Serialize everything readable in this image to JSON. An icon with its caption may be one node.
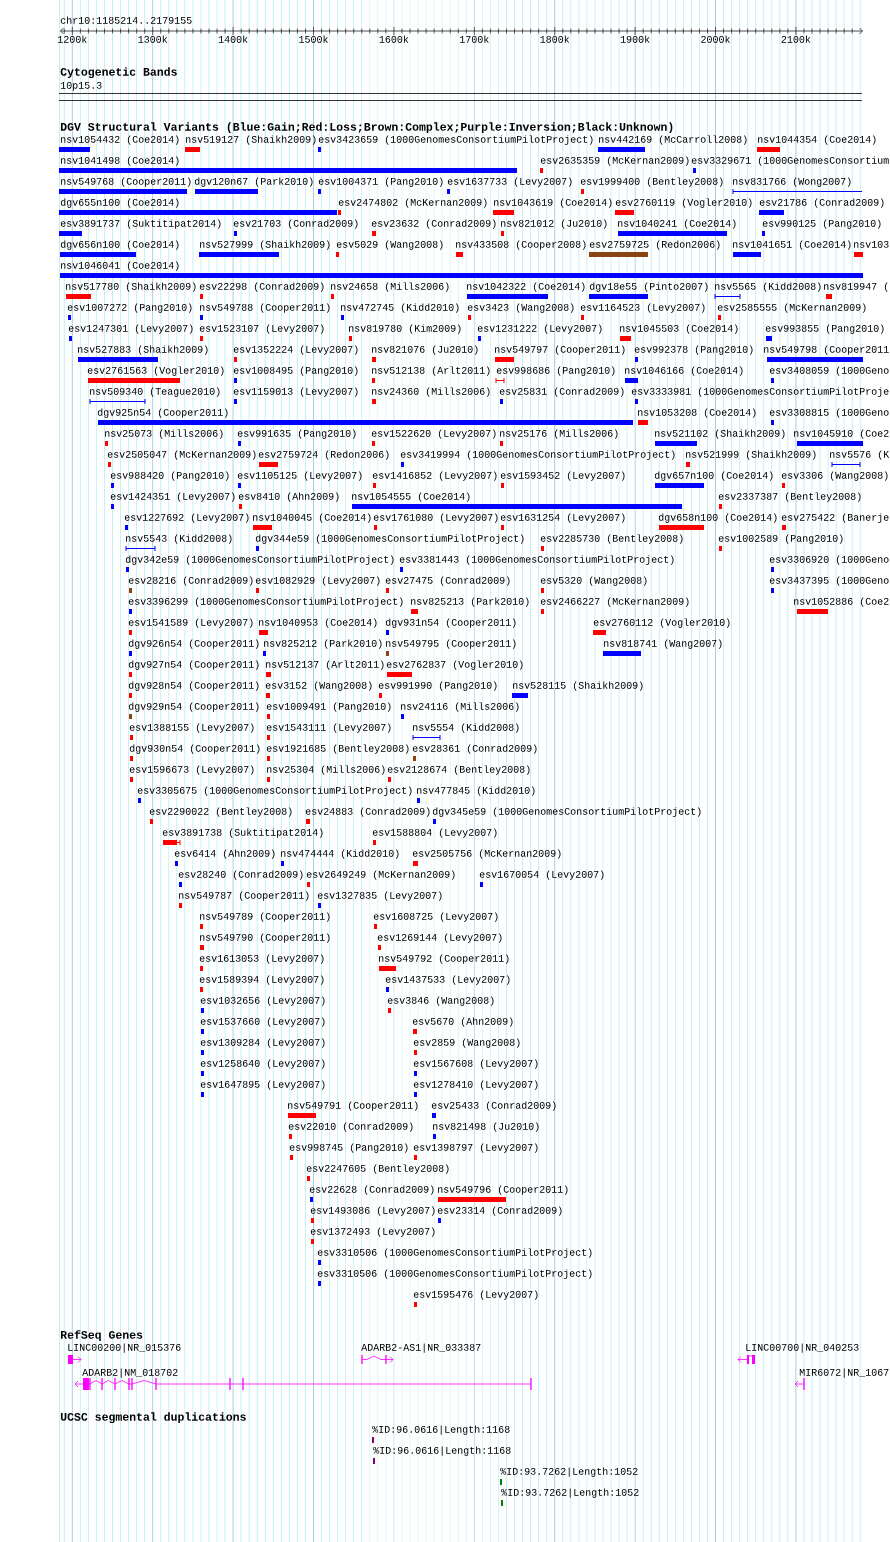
{
  "diagram": {
    "labels": [
      "chr10:1185214..2179155",
      "1200k",
      "1300k",
      "1400k",
      "1500k",
      "1600k",
      "1700k",
      "1800k",
      "1900k",
      "2000k",
      "2100k",
      "Cytogenetic Bands",
      "10p15.3",
      "DGV Structural Variants (Blue:Gain;Red:Loss;Brown:Complex;Purple:Inversion;Black:Unknown)",
      "nsv1054432 (Coe2014)",
      "nsv519127 (Shaikh2009)",
      "esv3423659 (1000GenomesConsortiumPilotProject)",
      "nsv442169 (McCarroll2008)",
      "nsv1044354 (Coe2014)",
      "nsv1041498 (Coe2014)",
      "esv2635359 (McKernan2009)",
      "esv3329671 (1000GenomesConsortium",
      "nsv549768 (Cooper2011)",
      "dgv120n67 (Park2010)",
      "esv1004371 (Pang2010)",
      "esv1637733 (Levy2007)",
      "esv1999400 (Bentley2008)",
      "nsv831766 (Wong2007)",
      "dgv655n100 (Coe2014)",
      "esv2474802 (McKernan2009)",
      "nsv1043619 (Coe2014)",
      "esv2760119 (Vogler2010)",
      "esv21786 (Conrad2009)",
      "esv3891737 (Suktitipat2014)",
      "esv21703 (Conrad2009)",
      "esv23632 (Conrad2009)",
      "nsv821012 (Ju2010)",
      "nsv1040241 (Coe2014)",
      "esv990125 (Pang2010)",
      "dgv656n100 (Coe2014)",
      "nsv527999 (Shaikh2009)",
      "esv5029 (Wang2008)",
      "nsv433508 (Cooper2008)",
      "esv2759725 (Redon2006)",
      "nsv1041651 (Coe2014)",
      "nsv103",
      "nsv1046041 (Coe2014)",
      "nsv517780 (Shaikh2009)",
      "esv22298 (Conrad2009)",
      "nsv24658 (Mills2006)",
      "nsv1042322 (Coe2014)",
      "dgv18e55 (Pinto2007)",
      "nsv5565 (Kidd2008)",
      "nsv819947 (",
      "esv1007272 (Pang2010)",
      "nsv549788 (Cooper2011)",
      "nsv472745 (Kidd2010)",
      "esv3423 (Wang2008)",
      "esv1164523 (Levy2007)",
      "esv2585555 (McKernan2009)",
      "esv1247301 (Levy2007)",
      "esv1523107 (Levy2007)",
      "nsv819780 (Kim2009)",
      "esv1231222 (Levy2007)",
      "nsv1045503 (Coe2014)",
      "esv993855 (Pang2010)",
      "nsv527883 (Shaikh2009)",
      "esv1352224 (Levy2007)",
      "nsv821076 (Ju2010)",
      "nsv549797 (Cooper2011)",
      "esv992378 (Pang2010)",
      "nsv549798 (Cooper2011",
      "esv2761563 (Vogler2010)",
      "esv1008495 (Pang2010)",
      "nsv512138 (Arlt2011)",
      "esv998686 (Pang2010)",
      "nsv1046166 (Coe2014)",
      "esv3408059 (1000Geno",
      "nsv509340 (Teague2010)",
      "esv1159013 (Levy2007)",
      "nsv24360 (Mills2006)",
      "esv25831 (Conrad2009)",
      "esv3333981 (1000GenomesConsortiumPilotProje",
      "dgv925n54 (Cooper2011)",
      "nsv1053208 (Coe2014)",
      "esv3308815 (1000Geno",
      "nsv25073 (Mills2006)",
      "esv991635 (Pang2010)",
      "esv1522620 (Levy2007)",
      "nsv25176 (Mills2006)",
      "nsv521102 (Shaikh2009)",
      "nsv1045910 (Coe2",
      "esv2505047 (McKernan2009)",
      "esv2759724 (Redon2006)",
      "esv3419994 (1000GenomesConsortiumPilotProject)",
      "nsv521999 (Shaikh2009)",
      "nsv5576 (K",
      "esv988420 (Pang2010)",
      "esv1105125 (Levy2007)",
      "esv1416852 (Levy2007)",
      "esv1593452 (Levy2007)",
      "dgv657n100 (Coe2014)",
      "esv3306 (Wang2008)",
      "esv1424351 (Levy2007)",
      "esv8410 (Ahn2009)",
      "nsv1054555 (Coe2014)",
      "esv2337387 (Bentley2008)",
      "esv1227692 (Levy2007)",
      "nsv1040045 (Coe2014)",
      "esv1761080 (Levy2007)",
      "esv1631254 (Levy2007)",
      "dgv658n100 (Coe2014)",
      "esv275422 (Banerje",
      "nsv5543 (Kidd2008)",
      "dgv344e59 (1000GenomesConsortiumPilotProject)",
      "esv2285730 (Bentley2008)",
      "esv1002589 (Pang2010)",
      "dgv342e59 (1000GenomesConsortiumPilotProject)",
      "esv3381443 (1000GenomesConsortiumPilotProject)",
      "esv3306920 (1000Geno",
      "esv28216 (Conrad2009)",
      "esv1082929 (Levy2007)",
      "esv27475 (Conrad2009)",
      "esv5320 (Wang2008)",
      "esv3437395 (1000Geno",
      "esv3396299 (1000GenomesConsortiumPilotProject)",
      "nsv825213 (Park2010)",
      "esv2466227 (McKernan2009)",
      "nsv1052886 (Coe2",
      "esv1541589 (Levy2007)",
      "nsv1040953 (Coe2014)",
      "dgv931n54 (Cooper2011)",
      "esv2760112 (Vogler2010)",
      "dgv926n54 (Cooper2011)",
      "nsv825212 (Park2010)",
      "nsv549795 (Cooper2011)",
      "nsv818741 (Wang2007)",
      "dgv927n54 (Cooper2011)",
      "nsv512137 (Arlt2011)",
      "esv2762837 (Vogler2010)",
      "dgv928n54 (Cooper2011)",
      "esv3152 (Wang2008)",
      "esv991990 (Pang2010)",
      "nsv528115 (Shaikh2009)",
      "dgv929n54 (Cooper2011)",
      "esv1009491 (Pang2010)",
      "nsv24116 (Mills2006)",
      "esv1388155 (Levy2007)",
      "esv1543111 (Levy2007)",
      "nsv5554 (Kidd2008)",
      "dgv930n54 (Cooper2011)",
      "esv1921685 (Bentley2008)",
      "esv28361 (Conrad2009)",
      "esv1596673 (Levy2007)",
      "nsv25304 (Mills2006)",
      "esv2128674 (Bentley2008)",
      "esv3305675 (1000GenomesConsortiumPilotProject)",
      "nsv477845 (Kidd2010)",
      "esv2290022 (Bentley2008)",
      "esv24883 (Conrad2009)",
      "dgv345e59 (1000GenomesConsortiumPilotProject)",
      "esv3891738 (Suktitipat2014)",
      "esv1588804 (Levy2007)",
      "esv6414 (Ahn2009)",
      "nsv474444 (Kidd2010)",
      "esv2505756 (McKernan2009)",
      "esv28240 (Conrad2009)",
      "esv2649249 (McKernan2009)",
      "esv1670054 (Levy2007)",
      "nsv549787 (Cooper2011)",
      "esv1327835 (Levy2007)",
      "nsv549789 (Cooper2011)",
      "esv1608725 (Levy2007)",
      "nsv549790 (Cooper2011)",
      "esv1269144 (Levy2007)",
      "esv1613053 (Levy2007)",
      "nsv549792 (Cooper2011)",
      "esv1589394 (Levy2007)",
      "esv1437533 (Levy2007)",
      "esv1032656 (Levy2007)",
      "esv3846 (Wang2008)",
      "esv1537660 (Levy2007)",
      "esv5670 (Ahn2009)",
      "esv1309284 (Levy2007)",
      "esv2859 (Wang2008)",
      "esv1258640 (Levy2007)",
      "esv1567608 (Levy2007)",
      "esv1647895 (Levy2007)",
      "esv1278410 (Levy2007)",
      "nsv549791 (Cooper2011)",
      "esv25433 (Conrad2009)",
      "esv22010 (Conrad2009)",
      "nsv821498 (Ju2010)",
      "esv998745 (Pang2010)",
      "esv1398797 (Levy2007)",
      "esv2247605 (Bentley2008)",
      "esv22628 (Conrad2009)",
      "nsv549796 (Cooper2011)",
      "esv1493086 (Levy2007)",
      "esv23314 (Conrad2009)",
      "esv1372493 (Levy2007)",
      "esv3310506 (1000GenomesConsortiumPilotProject)",
      "esv3310506 (1000GenomesConsortiumPilotProject)",
      "esv1595476 (Levy2007)",
      "RefSeq Genes",
      "LINC00200|NR_015376",
      "ADARB2-AS1|NR_033387",
      "LINC00700|NR_040253",
      "ADARB2|NM_018702",
      "MIR6072|NR_1067",
      "UCSC segmental duplications",
      "%ID:96.0616|Length:1168",
      "%ID:96.0616|Length:1168",
      "%ID:93.7262|Length:1052",
      "%ID:93.7262|Length:1052"
    ]
  }
}
